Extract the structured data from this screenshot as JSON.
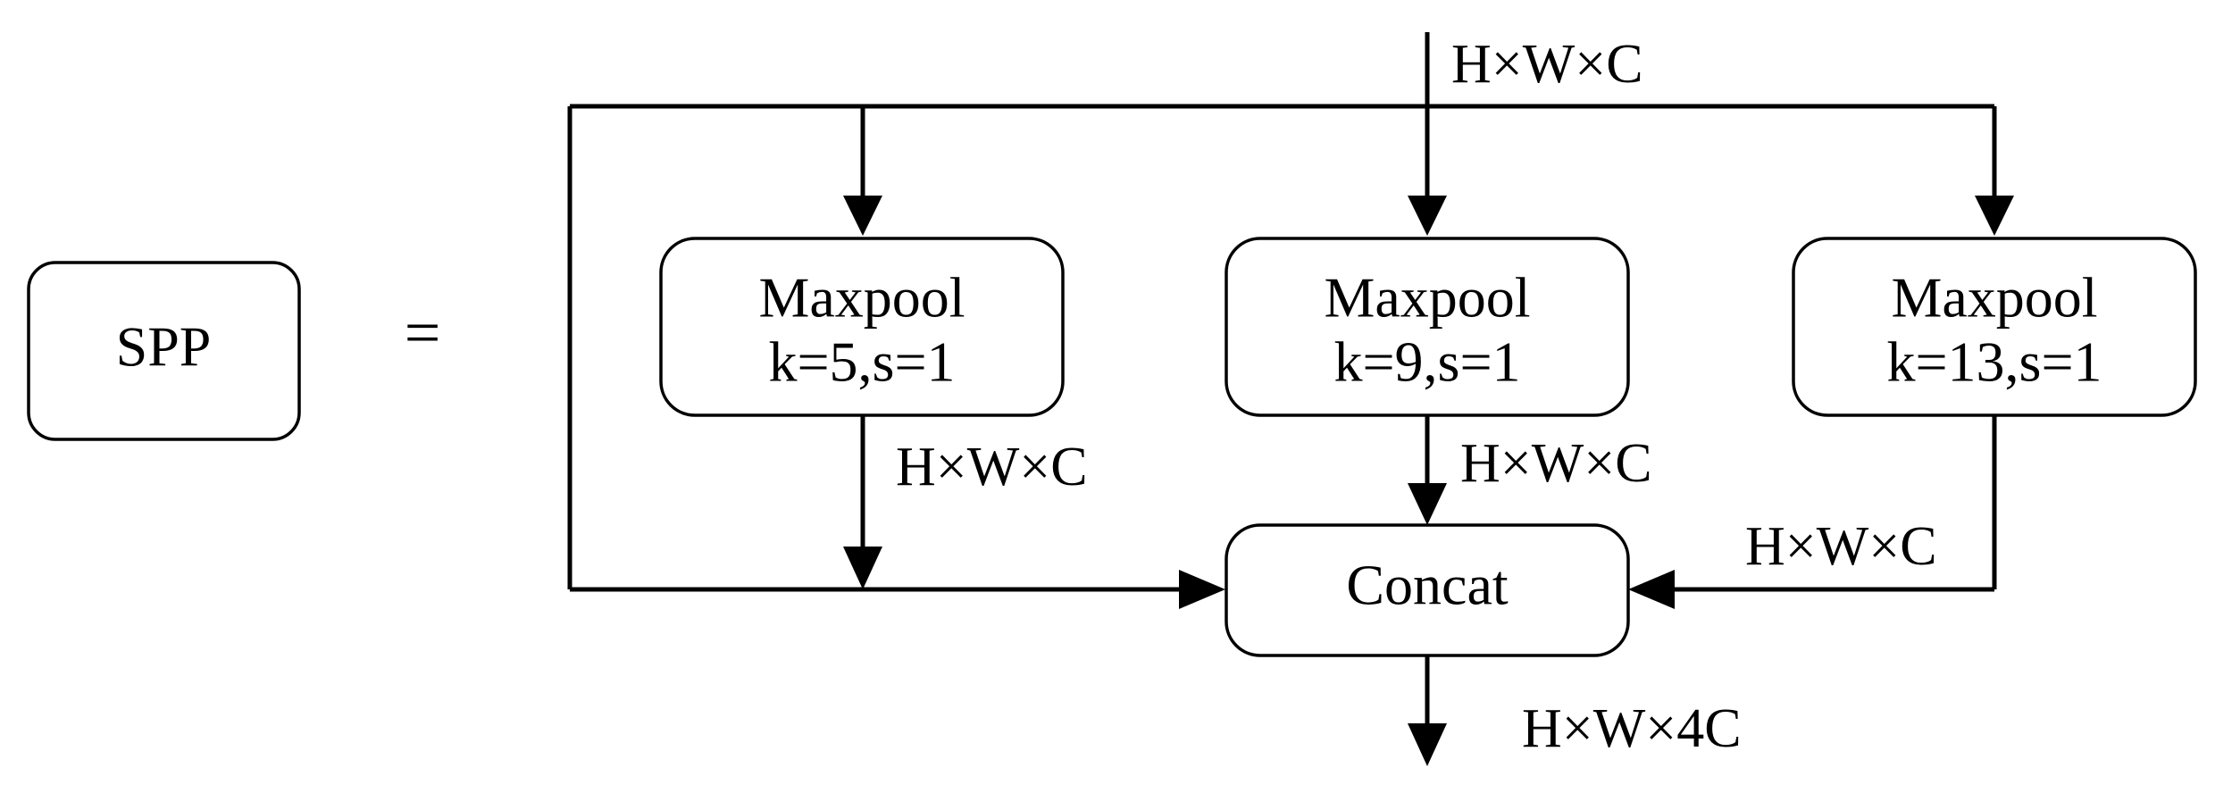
{
  "spp_label": "SPP",
  "equals": "=",
  "input_dim": "H×W×C",
  "maxpools": [
    {
      "title": "Maxpool",
      "params": "k=5,s=1",
      "out_dim": "H×W×C"
    },
    {
      "title": "Maxpool",
      "params": "k=9,s=1",
      "out_dim": "H×W×C"
    },
    {
      "title": "Maxpool",
      "params": "k=13,s=1",
      "out_dim": "H×W×C"
    }
  ],
  "concat_label": "Concat",
  "output_dim": "H×W×4C",
  "colors": {
    "stroke": "#000000",
    "fill": "#ffffff"
  }
}
